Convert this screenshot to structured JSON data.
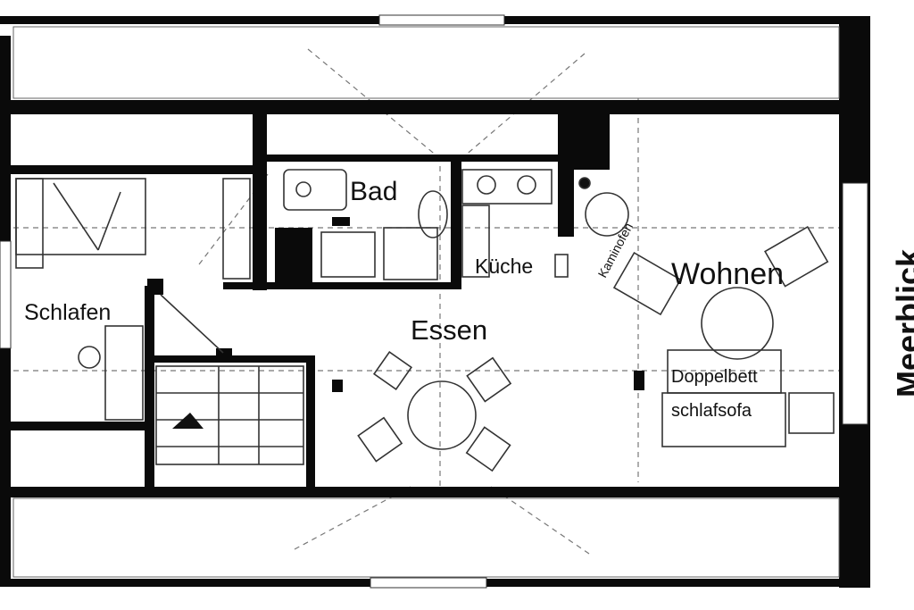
{
  "labels": {
    "bad": "Bad",
    "kueche": "Küche",
    "kaminofen": "Kaminofen",
    "wohnen": "Wohnen",
    "schlafen": "Schlafen",
    "essen": "Essen",
    "doppelbett": "Doppelbett",
    "schlafsofa": "schlafsofa",
    "meerblick": "Meerblick"
  },
  "colors": {
    "wall": "#0a0a0a",
    "line": "#555555",
    "background": "#ffffff"
  }
}
